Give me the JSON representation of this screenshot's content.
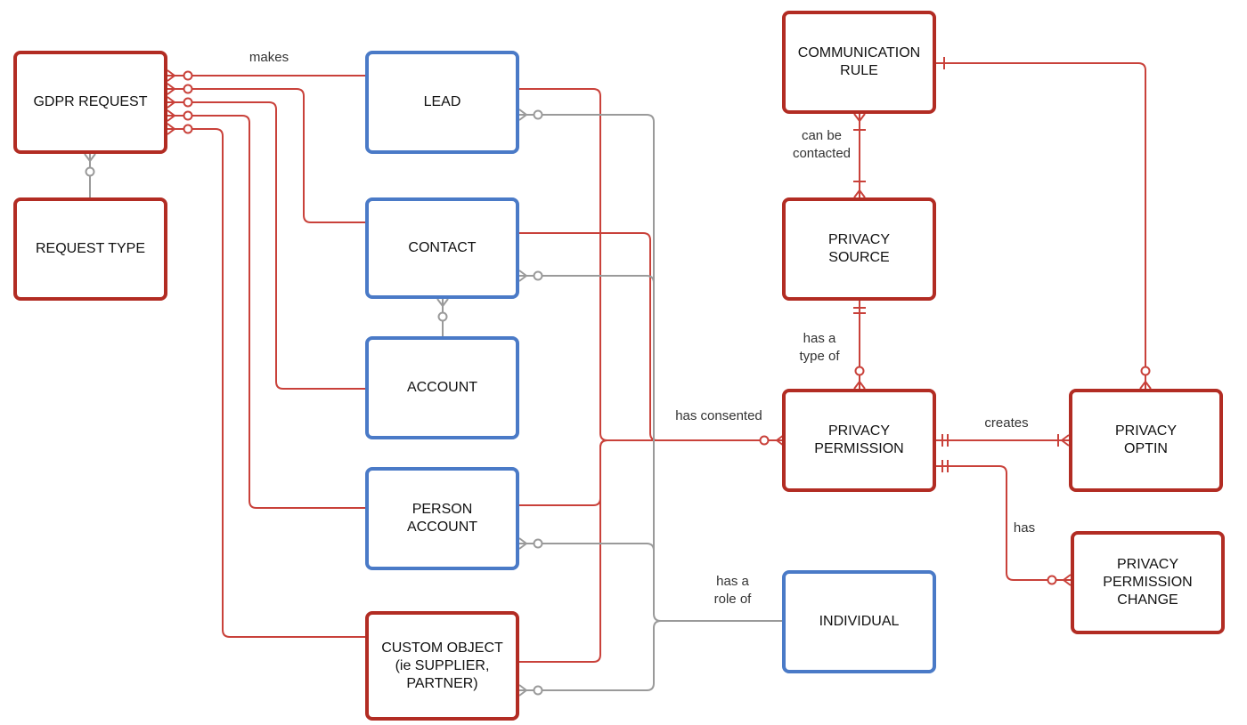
{
  "entities": {
    "gdpr_request": "GDPR REQUEST",
    "request_type": "REQUEST TYPE",
    "lead": "LEAD",
    "contact": "CONTACT",
    "account": "ACCOUNT",
    "person_account": "PERSON\nACCOUNT",
    "custom_object": "CUSTOM OBJECT\n(ie SUPPLIER,\nPARTNER)",
    "communication_rule": "COMMUNICATION\nRULE",
    "privacy_source": "PRIVACY\nSOURCE",
    "privacy_permission": "PRIVACY\nPERMISSION",
    "privacy_optin": "PRIVACY\nOPTIN",
    "privacy_permission_change": "PRIVACY\nPERMISSION\nCHANGE",
    "individual": "INDIVIDUAL"
  },
  "relationships": {
    "makes": "makes",
    "has_consented": "has consented",
    "can_be_contacted": "can be\ncontacted",
    "has_a_type_of": "has a\ntype of",
    "creates": "creates",
    "has": "has",
    "has_a_role_of": "has a\nrole of"
  },
  "colors": {
    "red_entity": "#b22c23",
    "blue_entity": "#4a7ac7",
    "red_line": "#c9413a",
    "gray_line": "#9a9a9a"
  }
}
